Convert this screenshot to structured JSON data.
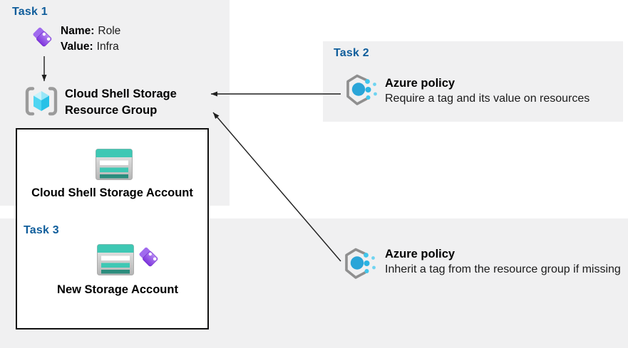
{
  "colors": {
    "panel_bg": "#f0f0f1",
    "task_label": "#0f5d9b",
    "text": "#1a1a1a",
    "box_border": "#111111",
    "arrow": "#1f1f1f",
    "tag_purple_light": "#b78af5",
    "tag_purple_dark": "#7d33dc",
    "storage_teal": "#3ec8b4",
    "storage_teal_dark": "#2b8d7d",
    "policy_blue": "#2aa5d8",
    "policy_dot_cyan": "#41c6eb",
    "rg_cube_cyan": "#4fd5f2"
  },
  "icons": [
    "tag-icon",
    "resource-group-icon",
    "storage-account-icon",
    "azure-policy-icon",
    "arrow"
  ],
  "task1": {
    "label": "Task 1",
    "tag": {
      "name_label": "Name:",
      "name_value": "Role",
      "value_label": "Value:",
      "value_value": "Infra"
    },
    "resource_group": {
      "line1": "Cloud Shell Storage",
      "line2": "Resource Group"
    },
    "storage_account_label": "Cloud Shell Storage Account"
  },
  "task2": {
    "label": "Task 2",
    "policy": {
      "title": "Azure policy",
      "description": "Require a tag and its value on resources"
    }
  },
  "task3": {
    "label": "Task 3",
    "storage_account_label": "New Storage Account"
  },
  "policy_inherit": {
    "title": "Azure policy",
    "description": "Inherit a tag from the resource group if missing"
  }
}
